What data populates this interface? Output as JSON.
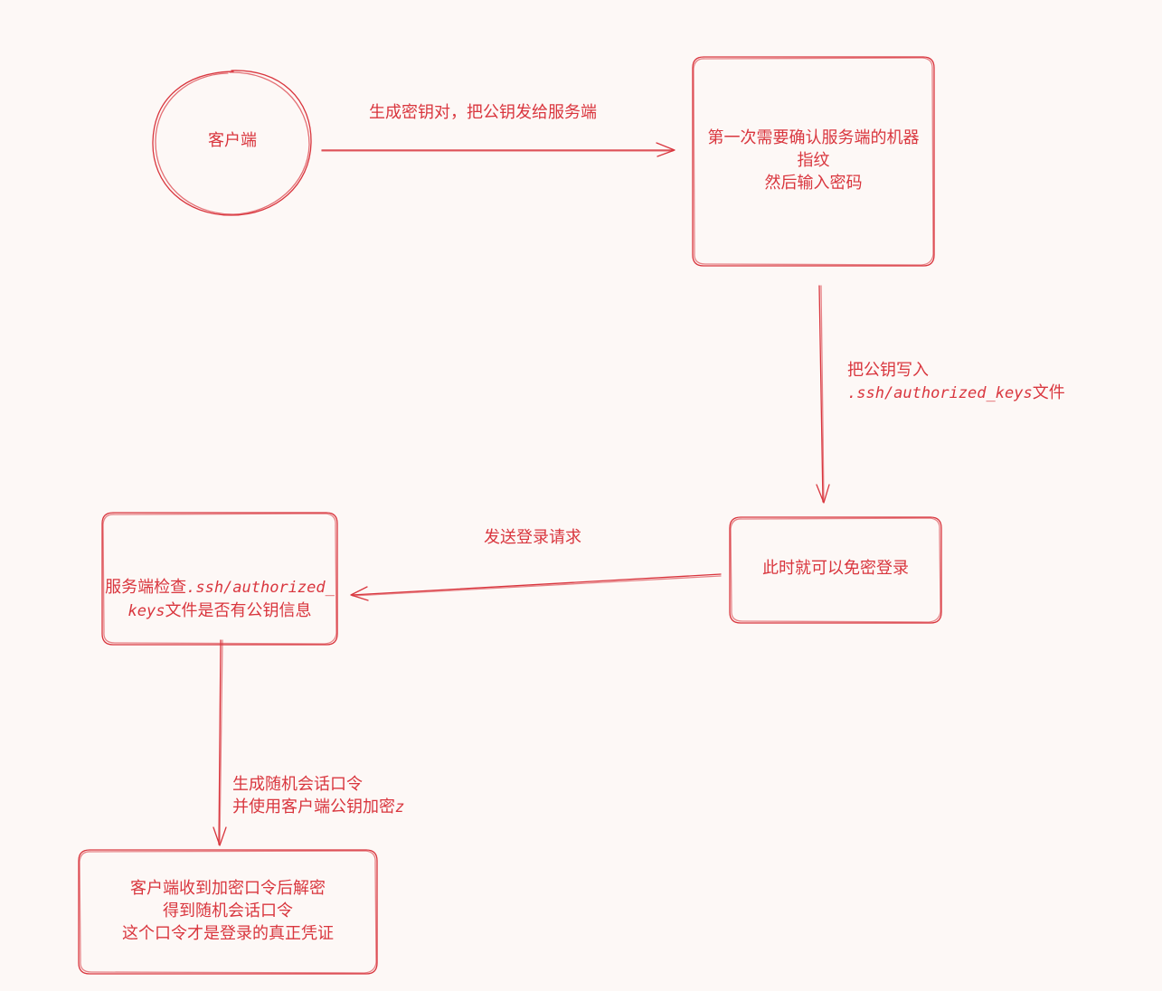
{
  "nodes": {
    "client": "客户端",
    "confirm": "第一次需要确认服务端的机器\n指纹\n然后输入密码",
    "passwordless": "此时就可以免密登录",
    "server_check_prefix": "服务端检查",
    "server_check_path1": ".ssh/authorized_",
    "server_check_path2": "keys",
    "server_check_suffix": "文件是否有公钥信息",
    "decrypt": "客户端收到加密口令后解密\n得到随机会话口令\n这个口令才是登录的真正凭证"
  },
  "edges": {
    "gen_keys": "生成密钥对，把公钥发给服务端",
    "write_key_line1": "把公钥写入",
    "write_key_path": ".ssh/authorized_keys",
    "write_key_suffix": "文件",
    "send_login": "发送登录请求",
    "gen_token_line1": "生成随机会话口令",
    "gen_token_line2_prefix": "并使用客户端公钥加密",
    "gen_token_line2_suffix": "z"
  },
  "colors": {
    "stroke": "#d9363e",
    "background": "#fdf8f6"
  }
}
